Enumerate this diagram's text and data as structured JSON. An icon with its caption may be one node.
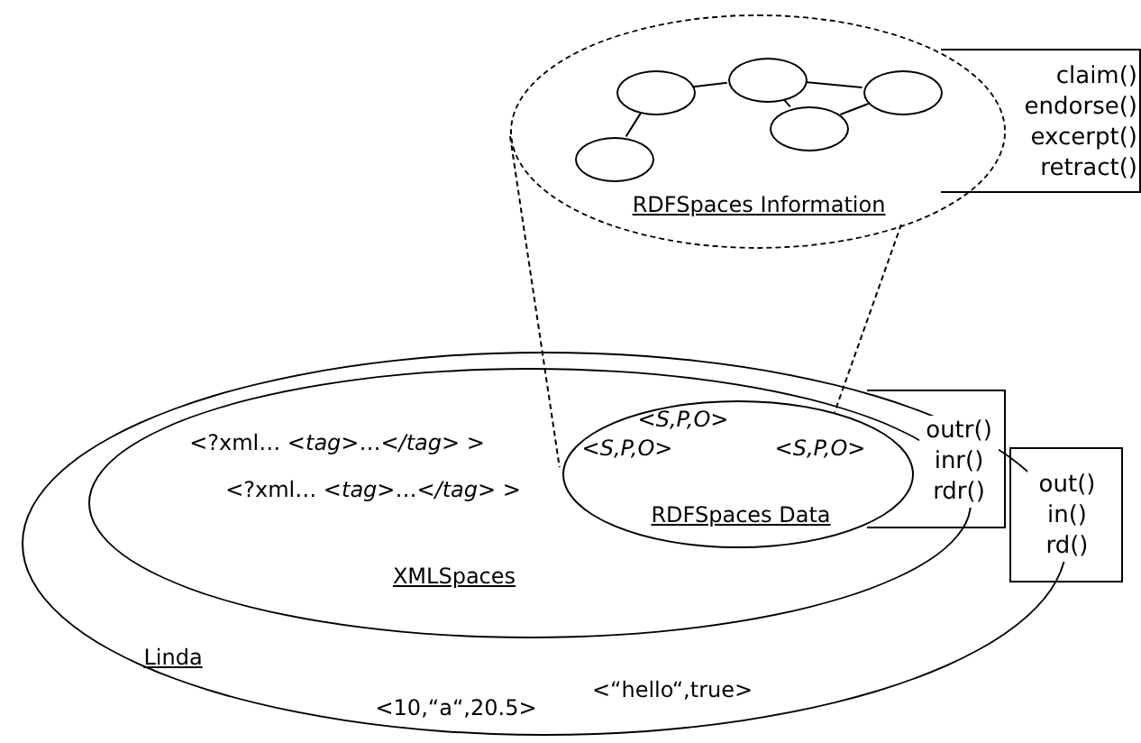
{
  "diagram": {
    "nodes": [
      {
        "text": [
          "Linda",
          "<“hello“,true>",
          "<10,“a“,20.5>"
        ]
      },
      {
        "text": [
          "<?xml… <*tag*>…<*/tag*> >",
          "<?xml… <*tag*>…<*/tag*> >",
          "XMLSpaces"
        ],
        "in": 0
      },
      {
        "text": [
          "out() in() rd()"
        ]
      },
      {
        "text": [
          "<S,P,O>",
          "<S,P,O>",
          "<S,P,O>",
          "RDFSpaces Data"
        ],
        "in": 1
      },
      {
        "text": [
          "outr() inr() rdr()"
        ],
        "in": 0
      },
      {
        "text": [
          "RDFSpaces Information"
        ]
      },
      {
        "text": [],
        "shape": "circle",
        "in": 5
      },
      {
        "text": [],
        "shape": "circle",
        "in": 5
      },
      {
        "text": [],
        "shape": "circle",
        "in": 5
      },
      {
        "text": [],
        "shape": "circle",
        "in": 5
      },
      {
        "text": [],
        "shape": "circle",
        "in": 5
      },
      {
        "text": [
          "claim() endorse() excerpt() retract()"
        ]
      }
    ],
    "edges": [
      {
        "from": 7,
        "to": 6,
        "arrow": "none"
      },
      {
        "from": 7,
        "to": 8,
        "arrow": "none"
      },
      {
        "from": 8,
        "to": 10,
        "arrow": "none"
      },
      {
        "from": 8,
        "to": 9,
        "arrow": "none"
      },
      {
        "from": 9,
        "to": 10,
        "arrow": "none"
      },
      {
        "from": 5,
        "to": 3,
        "arrow": "none",
        "style": "dashed"
      },
      {
        "from": 5,
        "to": 3,
        "arrow": "none",
        "style": "dashed"
      }
    ]
  }
}
